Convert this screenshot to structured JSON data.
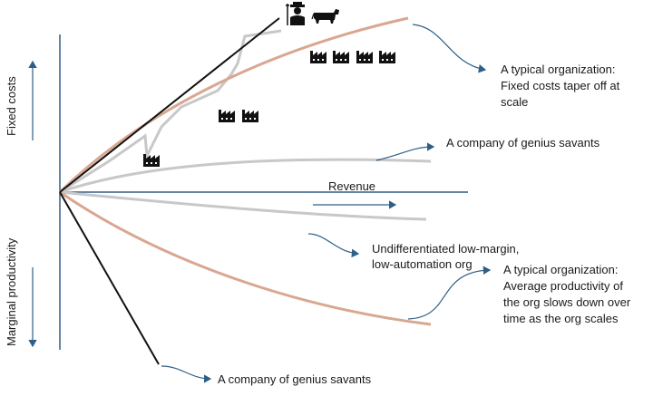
{
  "axes": {
    "x_label": "Revenue",
    "y_upper_label": "Fixed costs",
    "y_lower_label": "Marginal productivity"
  },
  "annotations": {
    "typical_fixed_costs": [
      "A typical organization:",
      "Fixed costs taper off at",
      "scale"
    ],
    "genius_fixed_costs": [
      "A company of genius savants"
    ],
    "low_margin_org": [
      "Undifferentiated low-margin,",
      "low-automation org"
    ],
    "typical_productivity": [
      "A typical organization:",
      "Average productivity of",
      "the org slows down over",
      "time as the org scales"
    ],
    "genius_productivity": [
      "A company of genius savants"
    ]
  },
  "icons": {
    "farmer": "farmer-icon",
    "cow": "cow-icon",
    "factory": "factory-icon"
  },
  "colors": {
    "axis": "#2f5f86",
    "typical_curve": "#d9a791",
    "gray_curve": "#c8c8c8",
    "genius_line": "#111111",
    "arrow": "#2f5f86"
  }
}
